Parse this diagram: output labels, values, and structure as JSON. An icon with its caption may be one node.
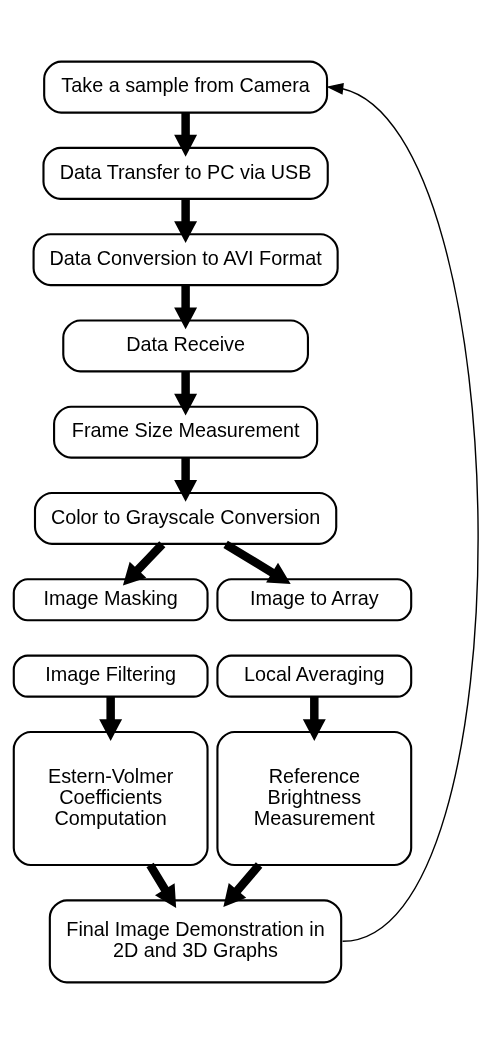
{
  "diagram": {
    "nodes": [
      {
        "text": [
          "Take a sample from Camera"
        ]
      },
      {
        "text": [
          "Data Transfer to PC via USB"
        ]
      },
      {
        "text": [
          "Data Conversion to AVI Format"
        ]
      },
      {
        "text": [
          "Data Receive"
        ]
      },
      {
        "text": [
          "Frame Size Measurement"
        ]
      },
      {
        "text": [
          "Color to Grayscale Conversion"
        ]
      },
      {
        "text": [
          "Image Masking"
        ]
      },
      {
        "text": [
          "Image to Array"
        ]
      },
      {
        "text": [
          "Image Filtering"
        ]
      },
      {
        "text": [
          "Local Averaging"
        ]
      },
      {
        "text": [
          "Estern-Volmer Coefficients Computation"
        ]
      },
      {
        "text": [
          "Reference Brightness Measurement"
        ]
      },
      {
        "text": [
          "Final Image Demonstration in 2D and 3D Graphs"
        ]
      }
    ],
    "edges": [
      {
        "from": 0,
        "to": 1,
        "arrow": "to"
      },
      {
        "from": 1,
        "to": 2,
        "arrow": "to"
      },
      {
        "from": 2,
        "to": 3,
        "arrow": "to"
      },
      {
        "from": 3,
        "to": 4,
        "arrow": "to"
      },
      {
        "from": 4,
        "to": 5,
        "arrow": "to"
      },
      {
        "from": 5,
        "to": 6,
        "arrow": "to"
      },
      {
        "from": 5,
        "to": 7,
        "arrow": "to"
      },
      {
        "from": 8,
        "to": 10,
        "arrow": "to"
      },
      {
        "from": 9,
        "to": 11,
        "arrow": "to"
      },
      {
        "from": 10,
        "to": 12,
        "arrow": "to"
      },
      {
        "from": 11,
        "to": 12,
        "arrow": "to"
      },
      {
        "from": 12,
        "to": 0,
        "arrow": "to"
      }
    ]
  }
}
